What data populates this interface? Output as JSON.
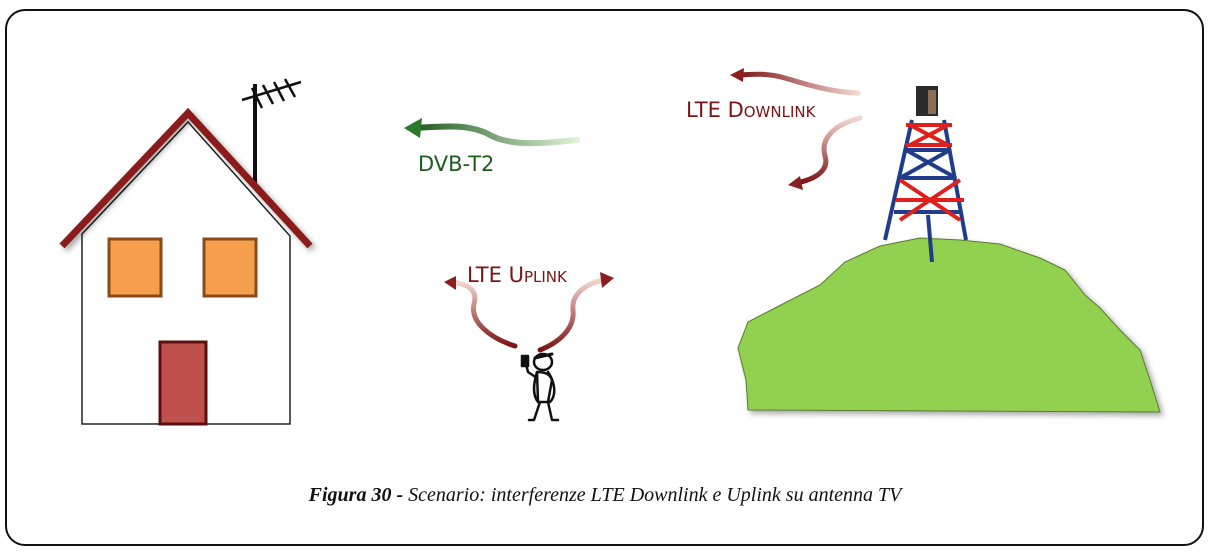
{
  "labels": {
    "dvb": "DVB-T2",
    "downlink": "LTE Downlink",
    "uplink": "LTE Uplink"
  },
  "caption": {
    "prefix": "Figura 30 -",
    "text": " Scenario: interferenze LTE Downlink e Uplink su antenna TV"
  },
  "colors": {
    "roof": "#8b1a1a",
    "window": "#f6a04d",
    "door": "#c0504d",
    "hill": "#92d050",
    "tower": "#1f3d8a",
    "tower_red": "#e0201b",
    "dvb": "#2b7a2b",
    "lte": "#8b1f1f"
  }
}
